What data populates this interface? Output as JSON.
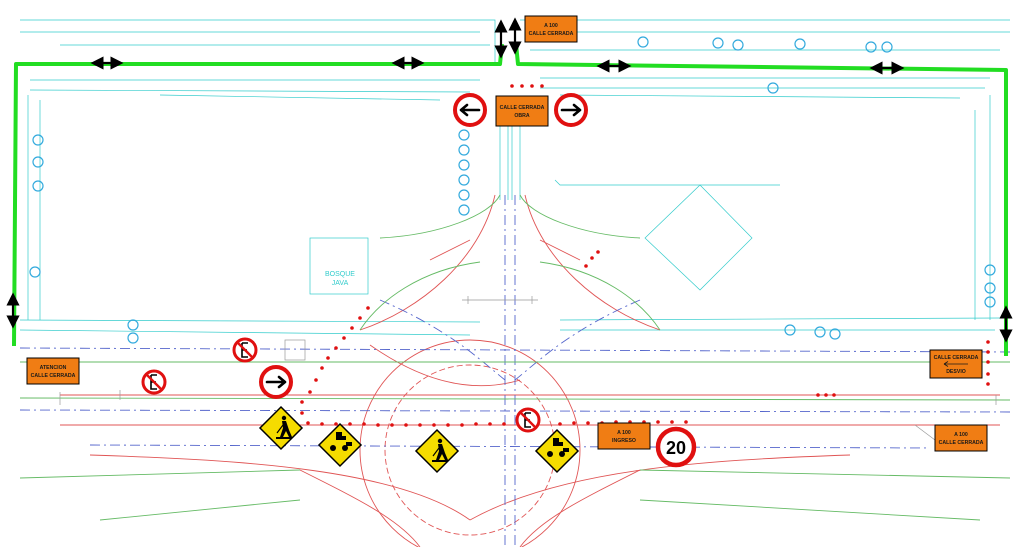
{
  "colors": {
    "background": "#ffffff",
    "work_zone_boundary": "#22dd22",
    "cad_building": "#33cccc",
    "cad_road_red": "#e05555",
    "cad_road_blue": "#5566cc",
    "cad_road_green": "#66bb66",
    "info_panel": "#f07d14",
    "warning_sign": "#f5dc00",
    "prohibition_red": "#e01010",
    "dotted_barrier": "#e01010",
    "arrow_black": "#000000"
  },
  "info_panels": {
    "top_closure": {
      "line1": "A 100",
      "line2": "CALLE CERRADA"
    },
    "center_closure": {
      "line1": "CALLE CERRADA",
      "line2": "OBRA"
    },
    "left_closure": {
      "line1": "ATENCION",
      "line2": "CALLE CERRADA"
    },
    "right_detour": {
      "line1": "CALLE CERRADA",
      "line2": "DESVIO"
    },
    "bottom_entry": {
      "line1": "A 100",
      "line2": "INGRESO"
    },
    "far_right_closure": {
      "line1": "A 100",
      "line2": "CALLE CERRADA"
    }
  },
  "speed_limit": {
    "value": "20"
  },
  "map_label": {
    "line1": "BOSQUE",
    "line2": "JAVA"
  },
  "signs": {
    "mandatory_turn_left_icon": "arrow-left",
    "mandatory_turn_right_icon": "arrow-right",
    "no_parking_icon": "no-parking",
    "road_works_icon": "road-works",
    "road_machinery_icon": "road-machinery"
  }
}
